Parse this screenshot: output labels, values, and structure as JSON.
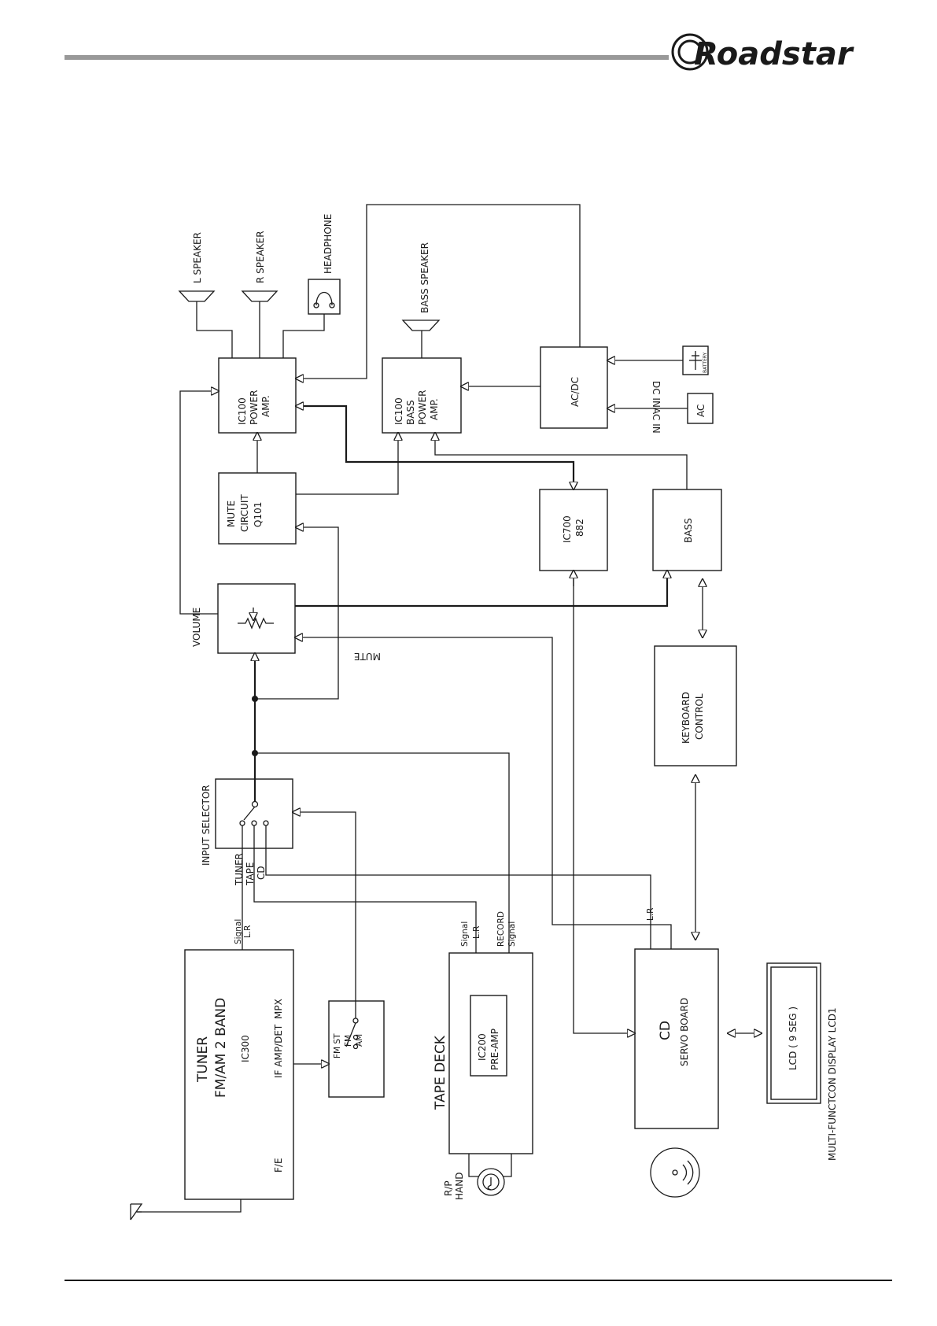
{
  "brand": {
    "name": "Roadstar"
  },
  "blocks": {
    "power_amp": [
      "IC100",
      "POWER",
      "AMP."
    ],
    "bass_power_amp": [
      "IC100",
      "BASS",
      "POWER",
      "AMP."
    ],
    "acdc": "AC/DC",
    "mute_circuit": [
      "MUTE",
      "CIRCUIT",
      "Q101"
    ],
    "ic700": [
      "IC700",
      "882"
    ],
    "bass": "BASS",
    "volume": "VOLUME",
    "keyboard": [
      "KEYBOARD",
      "CONTROL"
    ],
    "input_selector": "INPUT SELECTOR",
    "tuner": [
      "TUNER",
      "FM/AM 2 BAND",
      "IC300",
      "F/E",
      "IF AMP/DET",
      "MPX"
    ],
    "fm_switch": [
      "FM ST",
      "FM",
      "AM"
    ],
    "tape_deck": "TAPE DECK",
    "ic200": [
      "IC200",
      "PRE-AMP"
    ],
    "cd": [
      "CD",
      "SERVO BOARD"
    ],
    "lcd": "LCD ( 9 SEG )",
    "ac": "AC"
  },
  "labels": {
    "l_speaker": "L SPEAKER",
    "r_speaker": "R SPEAKER",
    "headphone": "HEADPHONE",
    "bass_speaker": "BASS SPEAKER",
    "dc_in": "DC IN",
    "ac_in": "AC IN",
    "battery": "BATTERY",
    "mute": "MUTE",
    "selector_inputs": [
      "TUNER",
      "TAPE",
      "CD"
    ],
    "tuner_signal": [
      "Signal",
      "L.R"
    ],
    "tape_signal": [
      "Signal",
      "L.R",
      "RECORD",
      "Signal"
    ],
    "cd_lr": "L.R",
    "rp_head": [
      "R/P",
      "HAND"
    ],
    "multi_display": "MULTI-FUNCTCON DISPLAY LCD1"
  }
}
